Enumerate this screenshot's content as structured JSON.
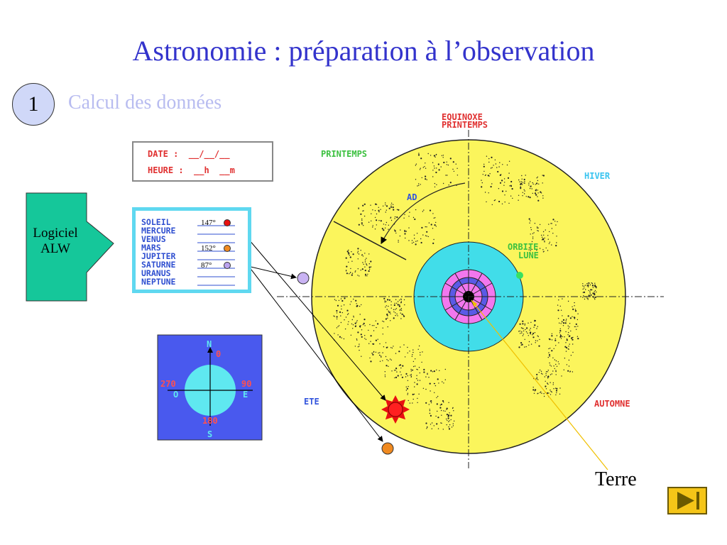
{
  "title": "Astronomie : préparation à l’observation",
  "step": {
    "number": "1",
    "label": "Calcul des données"
  },
  "date_form": {
    "date_line": "DATE :  __/__/__",
    "hour_line": "HEURE :  __h  __m"
  },
  "software": {
    "line1": "Logiciel",
    "line2": "ALW"
  },
  "planets": [
    {
      "name": "SOLEIL",
      "value": "147°",
      "marker": "#e81010"
    },
    {
      "name": "MERCURE",
      "value": ""
    },
    {
      "name": "VENUS",
      "value": ""
    },
    {
      "name": "MARS",
      "value": "152°",
      "marker": "#f08a20"
    },
    {
      "name": "JUPITER",
      "value": ""
    },
    {
      "name": "SATURNE",
      "value": "87°",
      "marker": "#b9a2ee"
    },
    {
      "name": "URANUS",
      "value": ""
    },
    {
      "name": "NEPTUNE",
      "value": ""
    }
  ],
  "compass": {
    "north": "N",
    "south": "S",
    "east": "E",
    "west": "O",
    "deg_north": "0",
    "deg_east": "90",
    "deg_south": "180",
    "deg_west": "270"
  },
  "sky_map": {
    "equinox_line1": "EQUINOXE",
    "equinox_line2": "PRINTEMPS",
    "season_spring": "PRINTEMPS",
    "season_winter": "HIVER",
    "season_summer": "ETE",
    "season_autumn": "AUTOMNE",
    "ad_label": "AD",
    "moon_orbit_line1": "ORBITE",
    "moon_orbit_line2": "LUNE"
  },
  "earth_label": "Terre",
  "colors": {
    "title": "#3333cc",
    "sky_yellow": "#fbf55c",
    "orbit_cyan": "#41dde9",
    "compass_bg": "#4959ee",
    "logiciel_green": "#15c79a",
    "next_button": "#f5c518"
  }
}
